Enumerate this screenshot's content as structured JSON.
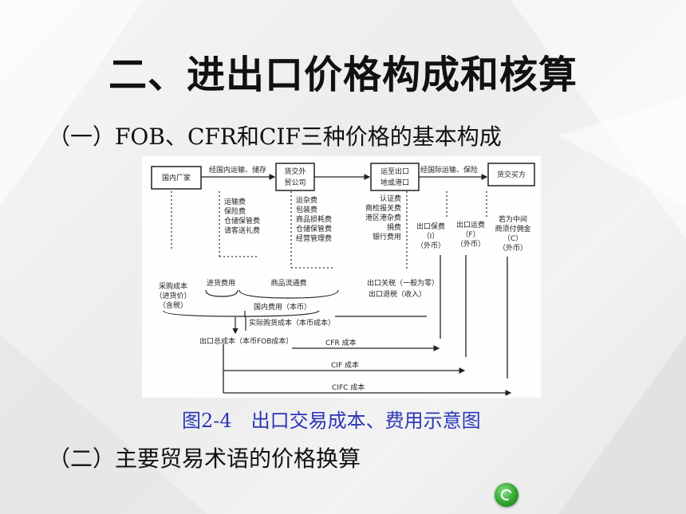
{
  "slide": {
    "title": "二、进出口价格构成和核算",
    "subtitle1": "（一）FOB、CFR和CIF三种价格的基本构成",
    "caption": "图2-4　出口交易成本、费用示意图",
    "subtitle2": "（二）主要贸易术语的价格换算"
  },
  "diagram": {
    "boxes": {
      "factory": "国内厂家",
      "company1": "货交外",
      "company2": "贸公司",
      "port1": "运至出口",
      "port2": "地或港口",
      "buyer": "货交买方"
    },
    "arrows": {
      "domestic": "经国内运输、储存",
      "intl": "经国际运输、保险"
    },
    "list1": [
      "运输费",
      "保险费",
      "仓储保管费",
      "请客送礼费"
    ],
    "list2": [
      "运杂费",
      "包装费",
      "商品损耗费",
      "仓储保管费",
      "经营管理费"
    ],
    "list3": [
      "认证费",
      "商检报关费",
      "港区港杂费",
      "捐费",
      "银行费用"
    ],
    "ins": [
      "出口保费",
      "（I）",
      "（外币）"
    ],
    "freight": [
      "出口运费",
      "（F）",
      "（外币）"
    ],
    "comm": [
      "若为中间",
      "商须付佣金",
      "（C）",
      "（外币）"
    ],
    "purchase": [
      "采购成本",
      "（进货价）",
      "（含税）"
    ],
    "stock_fee": "进货费用",
    "circ_fee": "商品流通费",
    "tax1": "出口关税（一般为零）",
    "tax2": "出口退税（收入）",
    "domestic_fee": "国内费用（本币）",
    "actual_cost": "实际购货成本（本币成本）",
    "total_cost": "出口总成本（本币FOB成本）",
    "cfr": "CFR 成本",
    "cif": "CIF 成本",
    "cifc": "CIFC 成本"
  },
  "colors": {
    "caption": "#2b36b8",
    "nav": "#2ea52e"
  },
  "icons": {
    "nav": "replay-icon"
  }
}
